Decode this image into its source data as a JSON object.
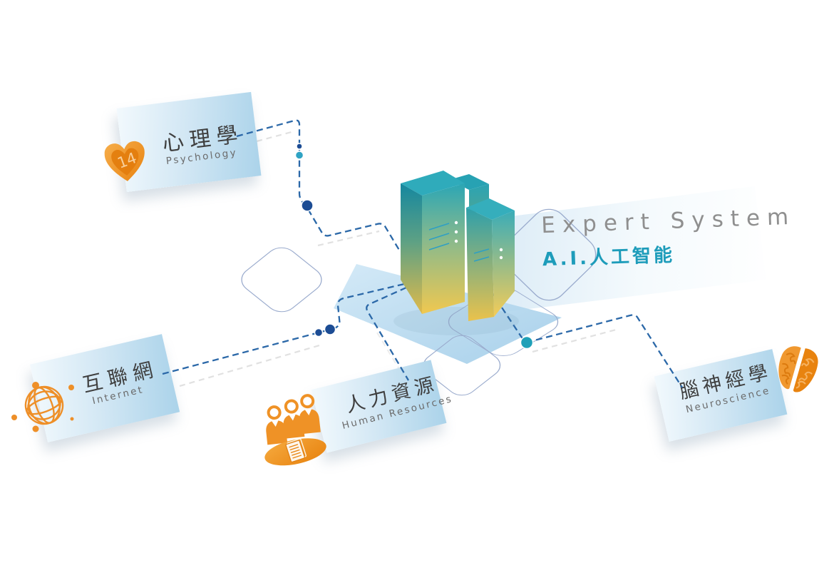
{
  "diagram": {
    "center": {
      "title": "Expert System",
      "subtitle": "A.I.人工智能",
      "illustration": "ai-server-towers"
    },
    "nodes": [
      {
        "id": "psychology",
        "label_zh": "心理學",
        "label_en": "Psychology",
        "icon": "heart-icon",
        "badge": "14"
      },
      {
        "id": "internet",
        "label_zh": "互聯網",
        "label_en": "Internet",
        "icon": "globe-icon"
      },
      {
        "id": "human-resources",
        "label_zh": "人力資源",
        "label_en": "Human Resources",
        "icon": "people-icon"
      },
      {
        "id": "neuroscience",
        "label_zh": "腦神經學",
        "label_en": "Neuroscience",
        "icon": "brain-icon"
      }
    ],
    "colors": {
      "card_blue": "#abd3ea",
      "line_blue": "#2b68a8",
      "dot_navy": "#1c4c94",
      "dot_teal": "#2fa3c4",
      "accent_teal": "#1d9cba",
      "icon_orange": "#ef9228",
      "server_teal_top": "#2ba6b5",
      "server_gold_bottom": "#f0c850",
      "title_gray": "#8f8f8f"
    }
  }
}
